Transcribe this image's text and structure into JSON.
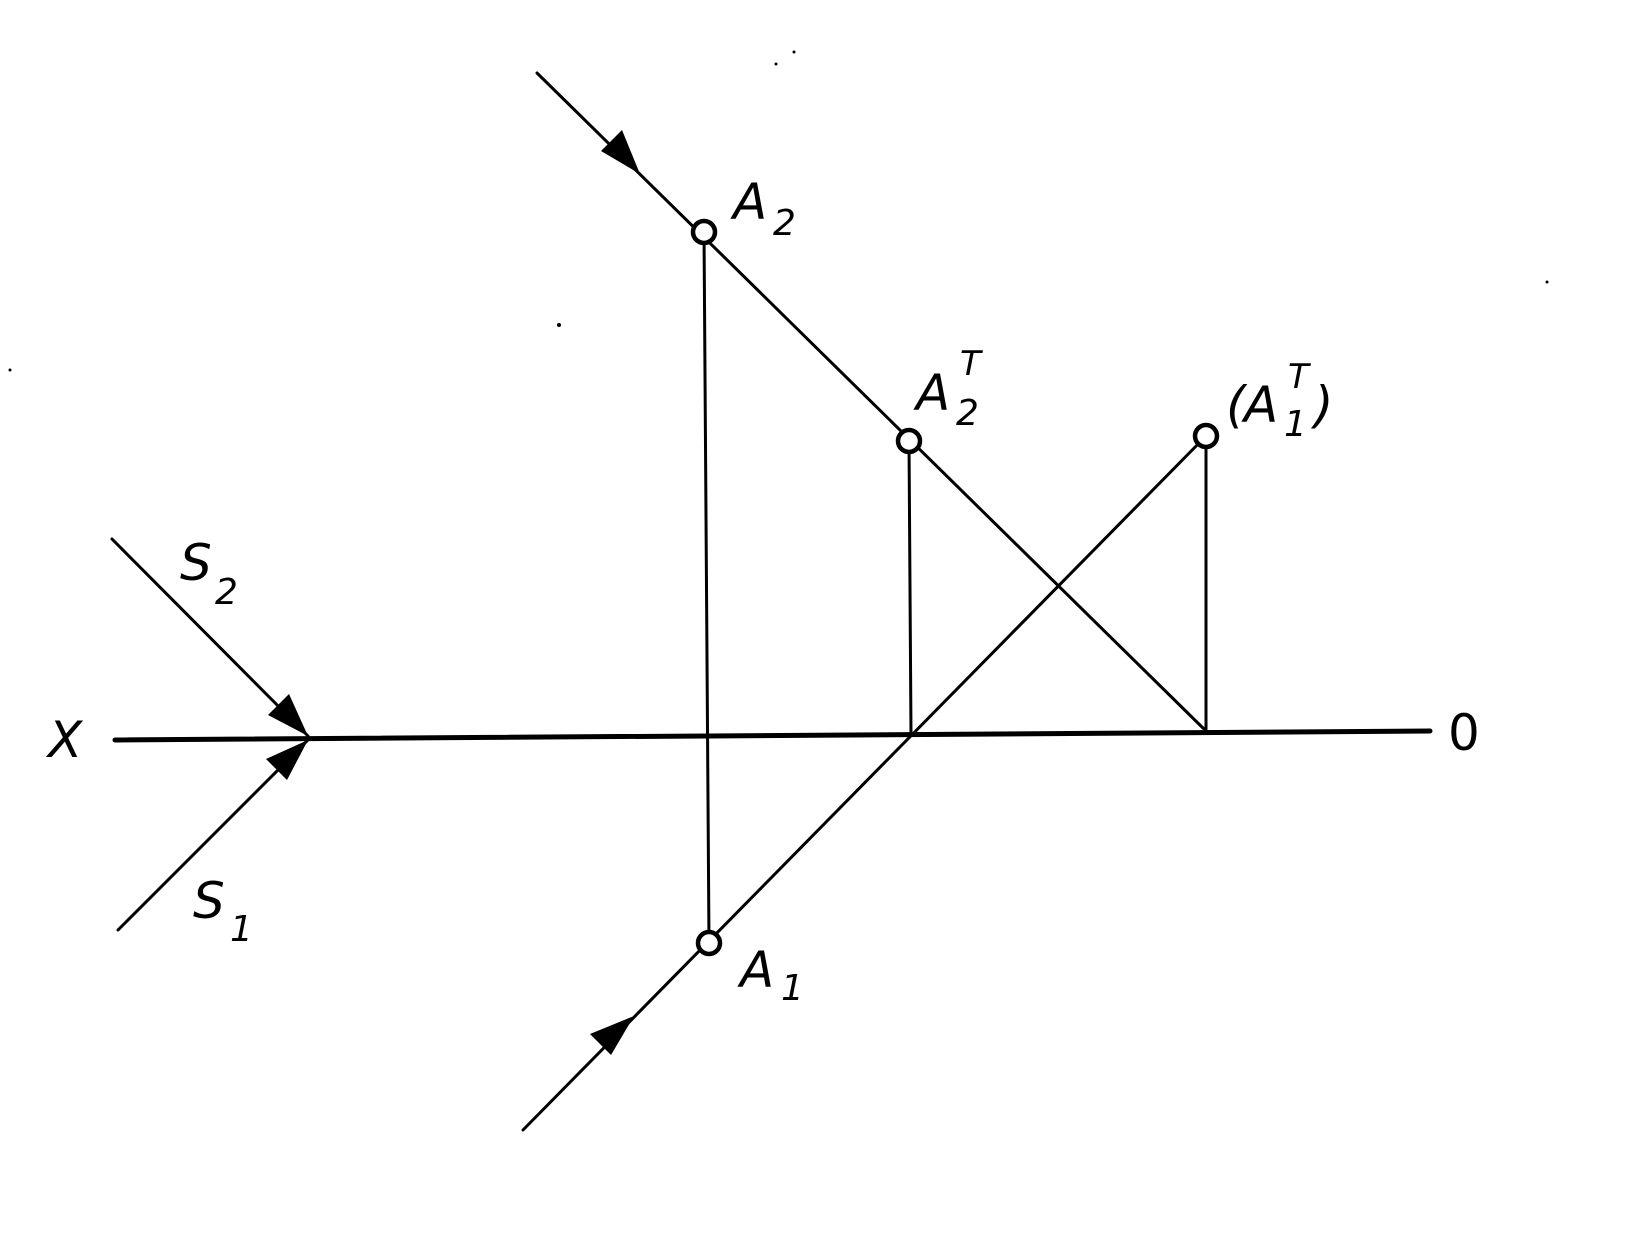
{
  "labels": {
    "x_axis": "X",
    "zero": "0",
    "s2_letter": "S",
    "s2_index": "2",
    "s1_letter": "S",
    "s1_index": "1",
    "a2_letter": "A",
    "a2_index": "2",
    "a2t_letter": "A",
    "a2t_index": "2",
    "a2t_sup": "T",
    "a1t_open": "(",
    "a1t_letter": "A",
    "a1t_index": "1",
    "a1t_sup": "T",
    "a1t_close": ")",
    "a1_letter": "A",
    "a1_index": "1"
  },
  "colors": {
    "ink": "#000000",
    "paper": "#ffffff"
  }
}
